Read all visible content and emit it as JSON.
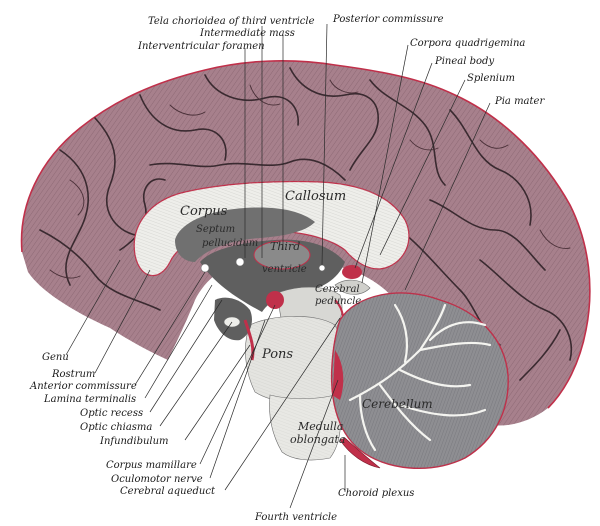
{
  "colors": {
    "cortex": "#a7808c",
    "cortex_dark": "#6e4b58",
    "pia": "#c0304a",
    "white_matter": "#eeeeea",
    "ventricle": "#6f6f6f",
    "cerebellum": "#8e8e92"
  },
  "labels": {
    "tela_chorioidea": "Tela chorioidea of third ventricle",
    "intermediate_mass": "Intermediate mass",
    "interventricular_foramen": "Interventricular foramen",
    "posterior_commissure": "Posterior commissure",
    "corpora_quadrigemina": "Corpora quadrigemina",
    "pineal_body": "Pineal body",
    "splenium": "Splenium",
    "pia_mater": "Pia mater",
    "genu": "Genu",
    "rostrum": "Rostrum",
    "anterior_commissure": "Anterior  commissure",
    "lamina_terminalis": "Lamina terminalis",
    "optic_recess": "Optic recess",
    "optic_chiasma": "Optic chiasma",
    "infundibulum": "Infundibulum",
    "corpus_mamillare": "Corpus mamillare",
    "oculomotor_nerve": "Oculomotor nerve",
    "cerebral_aqueduct": "Cerebral aqueduct",
    "choroid_plexus": "Choroid plexus",
    "fourth_ventricle": "Fourth ventricle"
  },
  "inline_labels": {
    "corpus": "Corpus",
    "callosum": "Callosum",
    "septum": "Septum",
    "pellucidum": "pellucidum",
    "third": "Third",
    "ventricle": "ventricle",
    "cerebral": "Cerebral",
    "peduncle": "peduncle",
    "pons": "Pons",
    "cerebellum": "Cerebellum",
    "medulla": "Medulla",
    "oblongata": "oblongata"
  }
}
